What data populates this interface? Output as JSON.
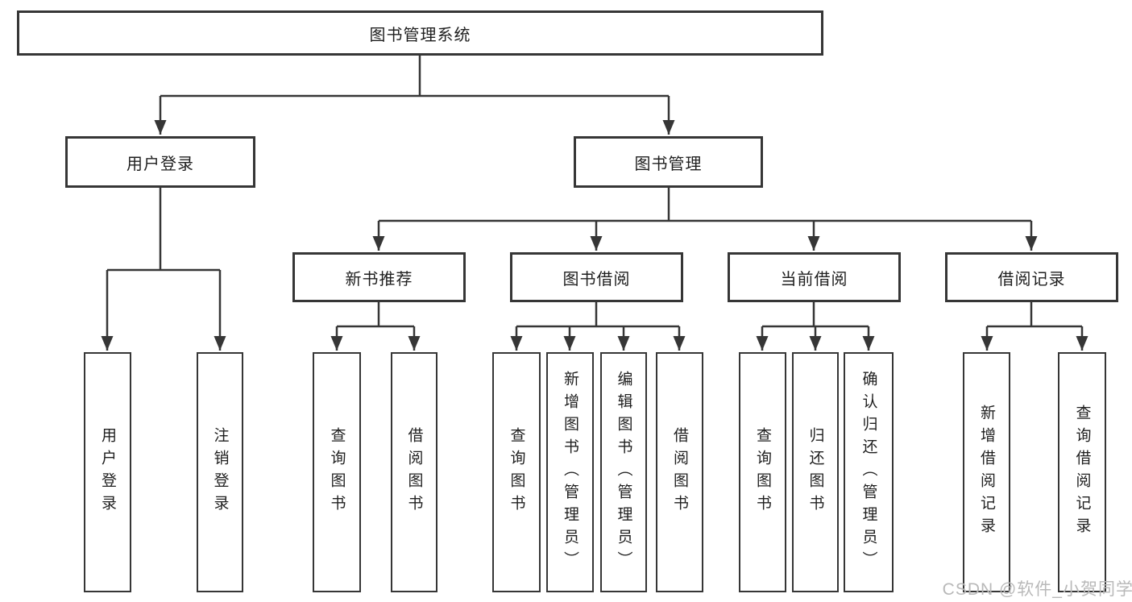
{
  "diagram_type": "functional-structure-tree",
  "tree": {
    "label": "图书管理系统",
    "children": [
      {
        "label": "用户登录",
        "children": [
          {
            "label": "用户登录"
          },
          {
            "label": "注销登录"
          }
        ]
      },
      {
        "label": "图书管理",
        "children": [
          {
            "label": "新书推荐",
            "children": [
              {
                "label": "查询图书"
              },
              {
                "label": "借阅图书"
              }
            ]
          },
          {
            "label": "图书借阅",
            "children": [
              {
                "label": "查询图书"
              },
              {
                "label": "新增图书（管理员）"
              },
              {
                "label": "编辑图书（管理员）"
              },
              {
                "label": "借阅图书"
              }
            ]
          },
          {
            "label": "当前借阅",
            "children": [
              {
                "label": "查询图书"
              },
              {
                "label": "归还图书"
              },
              {
                "label": "确认归还（管理员）"
              }
            ]
          },
          {
            "label": "借阅记录",
            "children": [
              {
                "label": "新增借阅记录"
              },
              {
                "label": "查询借阅记录"
              }
            ]
          }
        ]
      }
    ]
  },
  "watermark": {
    "text": "CSDN @软件_小贺同学"
  },
  "colors": {
    "line": "#363636",
    "box_border": "#363636",
    "text": "#1f1f1f",
    "watermark": "#b9b9b9",
    "background": "#ffffff"
  }
}
